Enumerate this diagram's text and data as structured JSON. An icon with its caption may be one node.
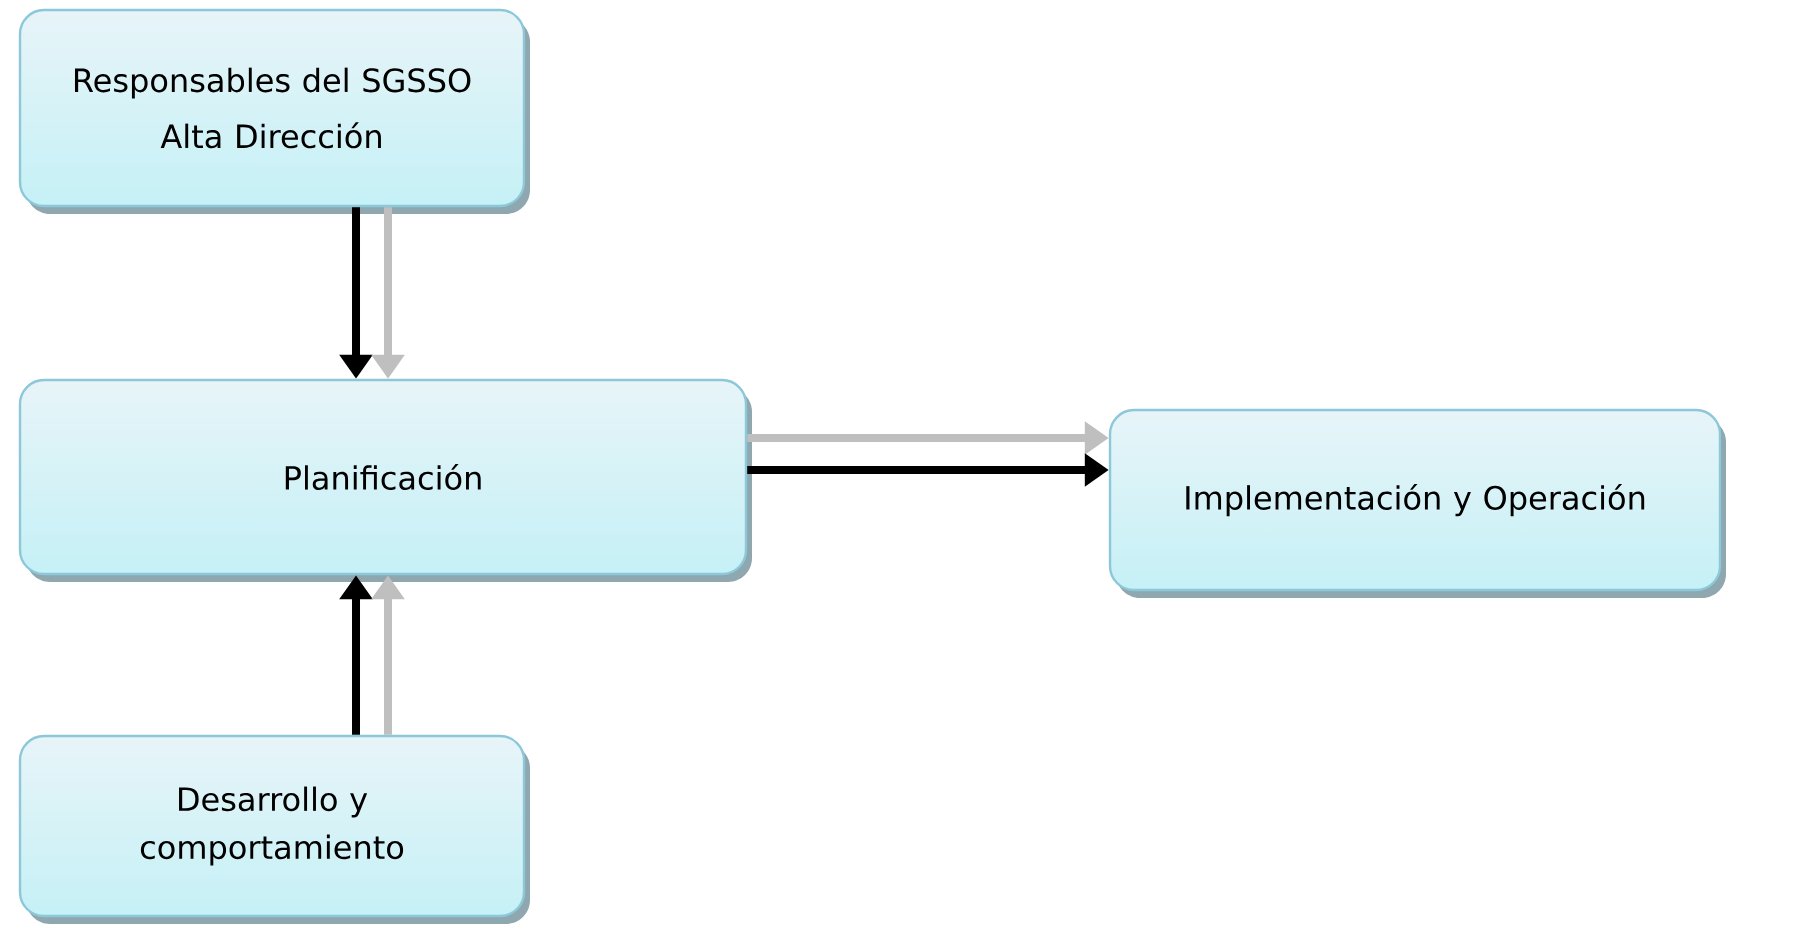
{
  "diagram": {
    "nodes": [
      {
        "text": [
          "Responsables del SGSSO",
          "Alta Dirección"
        ]
      },
      {
        "text": [
          "Planificación"
        ]
      },
      {
        "text": [
          "Implementación y Operación"
        ]
      },
      {
        "text": [
          "Desarrollo y comportamiento"
        ]
      }
    ],
    "edges": [
      {
        "from": 0,
        "to": 1,
        "arrow": "to"
      },
      {
        "from": 0,
        "to": 1,
        "arrow": "to",
        "color": "#bfbfbf"
      },
      {
        "from": 1,
        "to": 2,
        "arrow": "to",
        "color": "#bfbfbf"
      },
      {
        "from": 1,
        "to": 2,
        "arrow": "to"
      },
      {
        "from": 3,
        "to": 1,
        "arrow": "to"
      },
      {
        "from": 3,
        "to": 1,
        "arrow": "to",
        "color": "#bfbfbf"
      }
    ]
  }
}
